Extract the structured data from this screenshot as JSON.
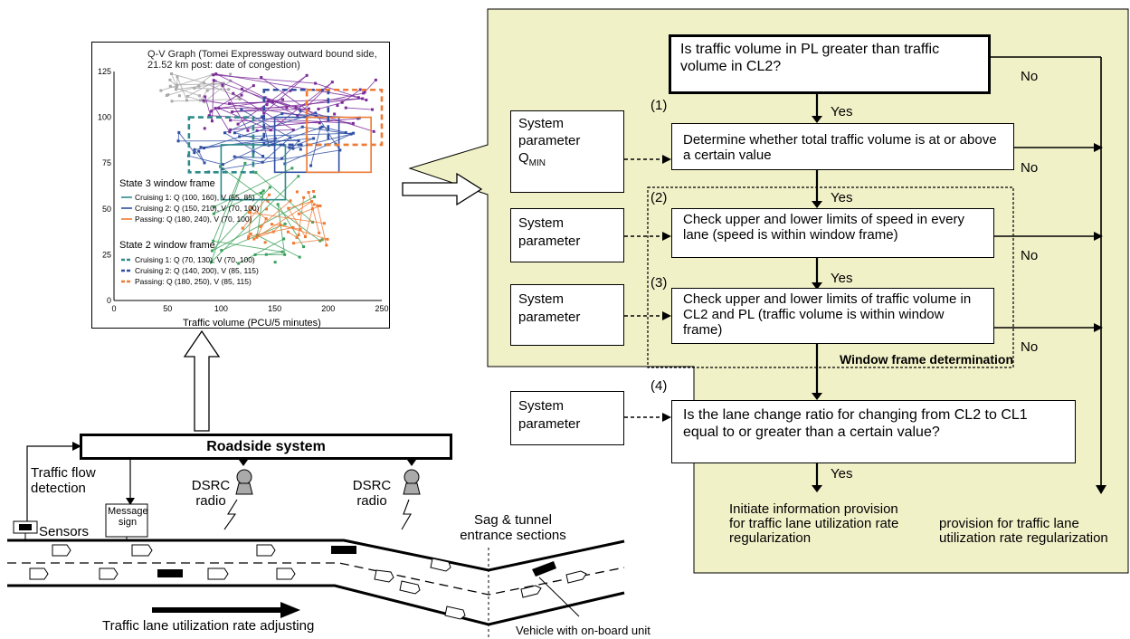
{
  "qv_graph": {
    "title_line1": "Q-V Graph (Tomei Expressway outward bound side,",
    "title_line2": "21.52 km post: date of congestion)",
    "xlabel": "Traffic volume (PCU/5 minutes)",
    "x_ticks": [
      "0",
      "50",
      "100",
      "150",
      "200",
      "250"
    ],
    "y_ticks": [
      "0",
      "25",
      "50",
      "75",
      "100",
      "125"
    ],
    "state3_title": "State 3 window frame",
    "state3_items": [
      {
        "label": "Cruising 1: Q (100, 160), V (55, 85)",
        "color": "#2e8b8b"
      },
      {
        "label": "Cruising 2: Q (150, 210), V (70, 100)",
        "color": "#2f4fa3"
      },
      {
        "label": "Passing: Q (180, 240), V (70, 100)",
        "color": "#ee7a33"
      }
    ],
    "state2_title": "State 2 window frame",
    "state2_items": [
      {
        "label": "Cruising 1: Q (70, 130), V (70, 100)",
        "color": "#2e8b8b"
      },
      {
        "label": "Cruising 2: Q (140, 200), V (85, 115)",
        "color": "#2f4fa3"
      },
      {
        "label": "Passing: Q (180, 250), V (85, 115)",
        "color": "#ee7a33"
      }
    ]
  },
  "flowchart": {
    "q_main": "Is traffic volume in PL greater than traffic volume in CL2?",
    "step1_num": "(1)",
    "step1": "Determine whether total traffic volume is at or above a certain value",
    "step2_num": "(2)",
    "step2": "Check upper and lower limits of speed in every lane (speed is within window frame)",
    "step3_num": "(3)",
    "step3": "Check upper and lower limits of traffic volume in CL2 and PL (traffic volume is within window frame)",
    "step4_num": "(4)",
    "step4": "Is the lane change ratio for changing from CL2 to CL1 equal to or greater than a certain value?",
    "sys_param": "System parameter",
    "sys_param_qmin_line1": "System",
    "sys_param_qmin_line2": "parameter",
    "qmin_main": "Q",
    "qmin_sub": "MIN",
    "window_frame_label": "Window frame determination",
    "yes": "Yes",
    "no": "No",
    "result_yes": "Initiate information provision for traffic lane utilization rate regularization",
    "result_no": "provision for traffic lane utilization rate regularization"
  },
  "road": {
    "roadside_system": "Roadside system",
    "traffic_flow_detection": "Traffic flow detection",
    "message_sign": "Message sign",
    "dsrc_radio": "DSRC radio",
    "sensors": "Sensors",
    "sag_tunnel": "Sag & tunnel entrance sections",
    "adjusting": "Traffic lane utilization rate adjusting",
    "vehicle_obu": "Vehicle with on-board unit"
  },
  "colors": {
    "callout_fill": "#f1f1c8",
    "teal": "#2e8b8b",
    "blue": "#2f4fa3",
    "orange": "#ee7a33",
    "purple": "#7a2a9a",
    "green": "#3aa05a"
  }
}
